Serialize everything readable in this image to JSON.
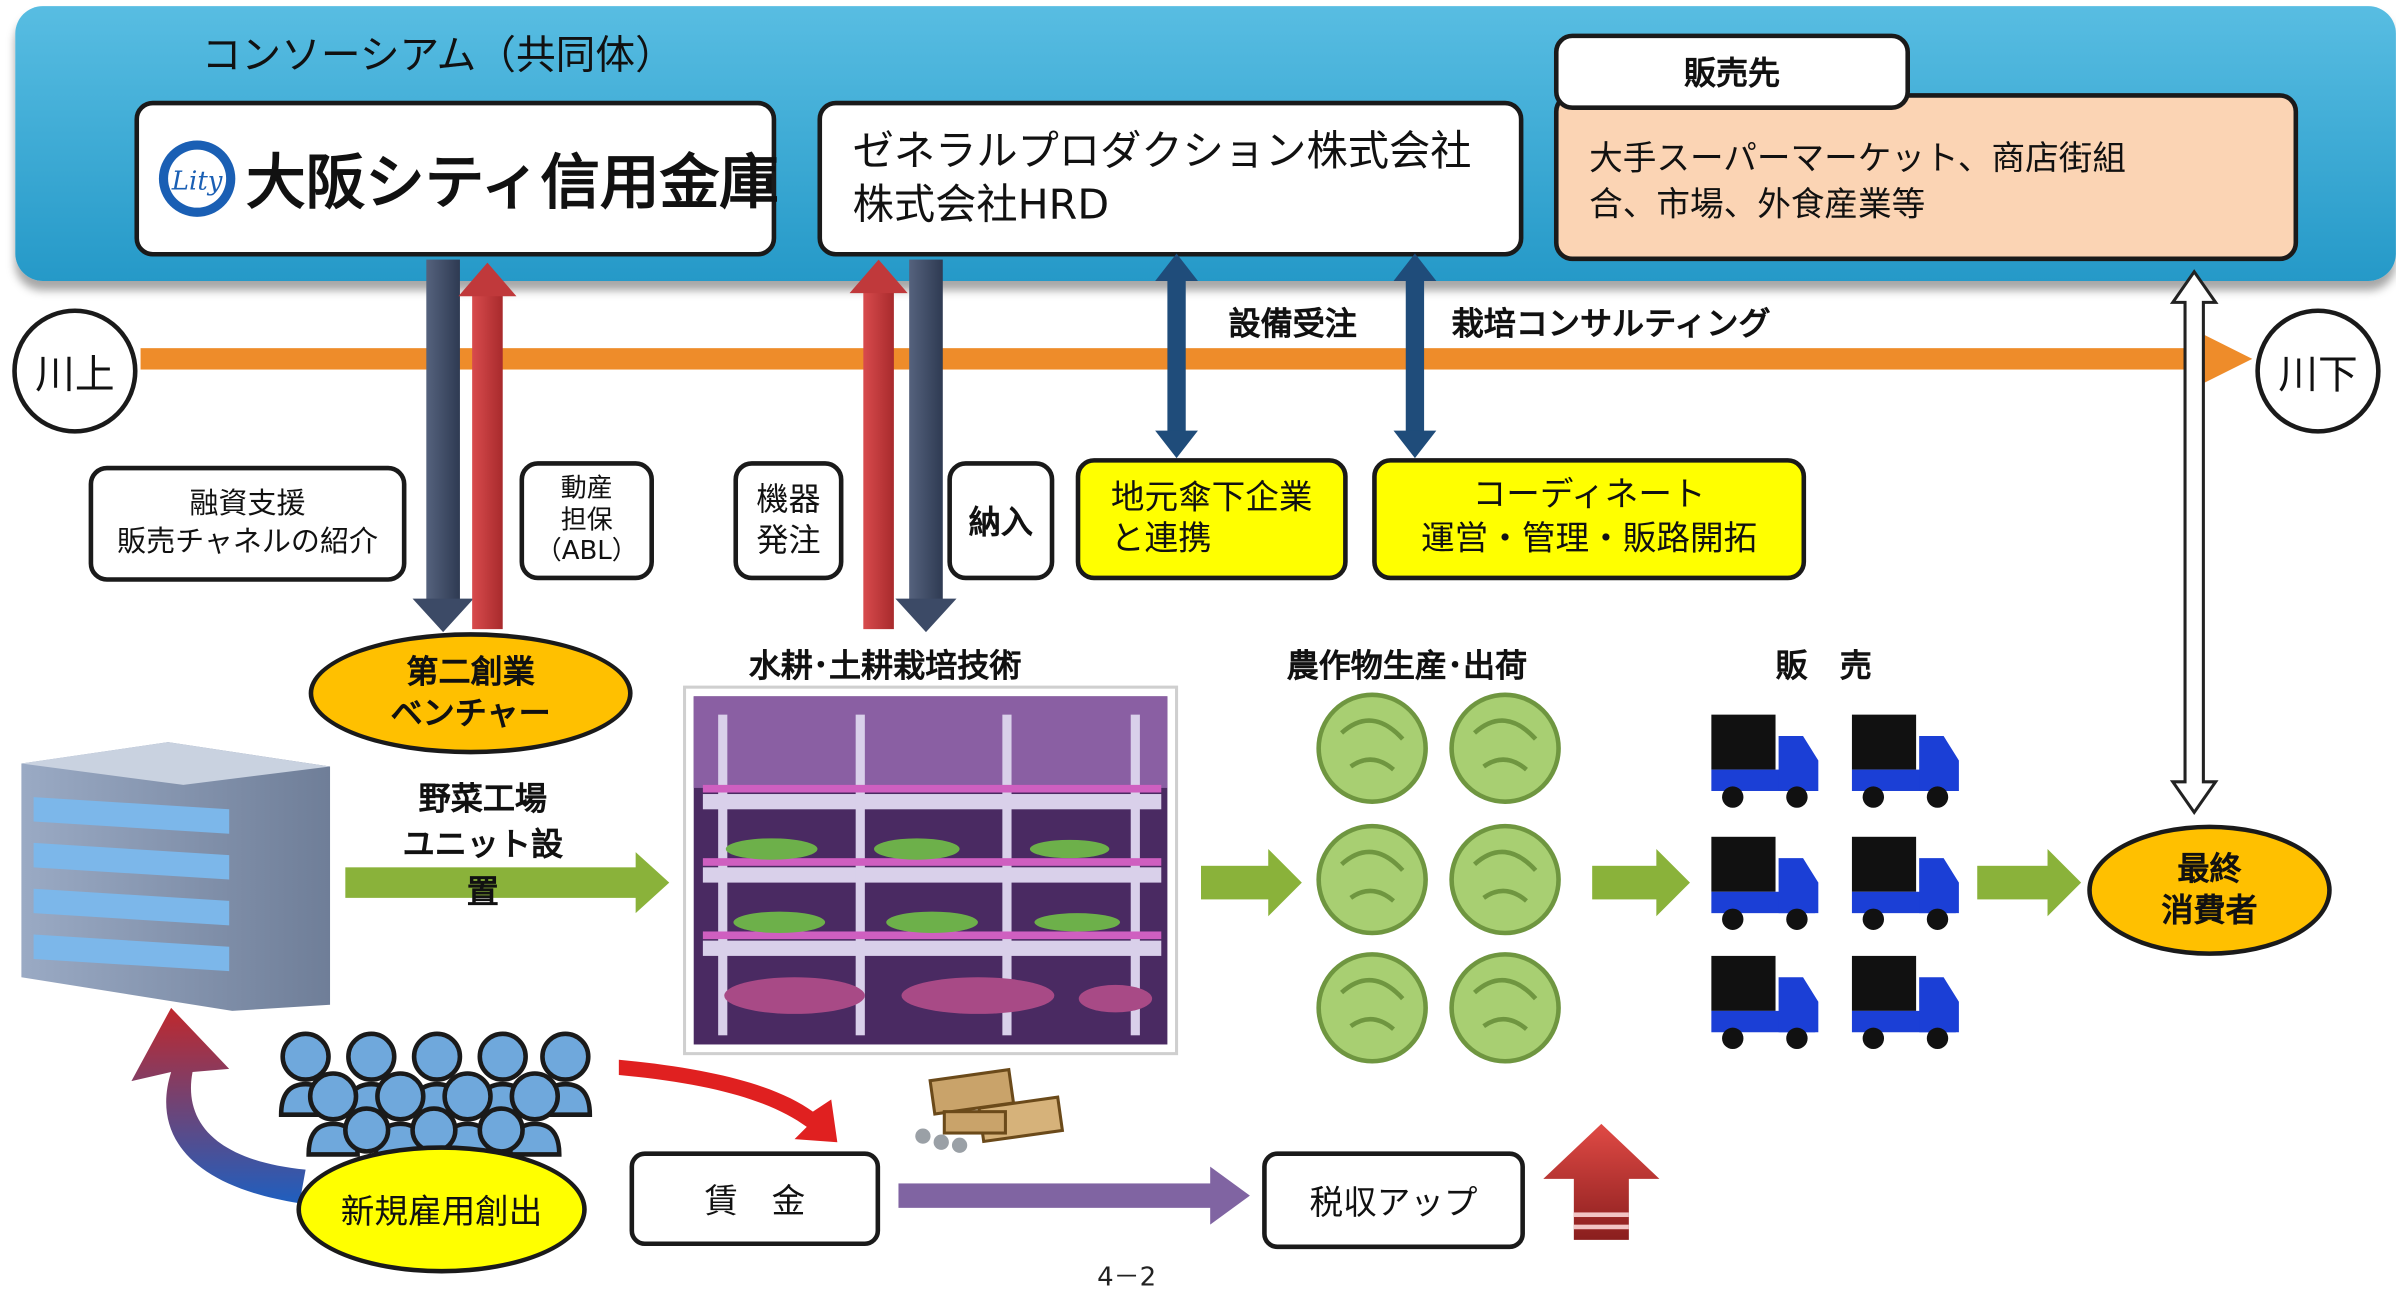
{
  "consortium": {
    "title": "コンソーシアム（共同体）",
    "bank_name": "大阪シティ信用金庫",
    "bank_logo_letters": "Lity",
    "partner": "ゼネラルプロダクション株式会社\n株式会社HRD",
    "seller_tab": "販売先",
    "seller_text": "大手スーパーマーケット、商店街組\n合、市場、外食産業等"
  },
  "flow": {
    "upstream": "川上",
    "downstream": "川下",
    "equipment_orders": "設備受注",
    "cultivation_consulting": "栽培コンサルティング"
  },
  "labels": {
    "finance_support": "融資支援\n販売チャネルの紹介",
    "collateral": "動産\n担保\n（ABL）",
    "equipment_order": "機器\n発注",
    "delivery": "納入",
    "local_partners": "地元傘下企業\nと連携",
    "coordinate": "コーディネート\n運営・管理・販路開拓"
  },
  "stages": {
    "venture": "第二創業\nベンチャー",
    "hydro": "水耕･土耕栽培技術",
    "factory_unit": "野菜工場\nユニット設置",
    "crops": "農作物生産･出荷",
    "sales": "販　売",
    "consumer": "最終\n消費者"
  },
  "bottom": {
    "employment": "新規雇用創出",
    "wages": "賃　金",
    "tax": "税収アップ",
    "page_number": "4－2"
  },
  "colors": {
    "band": "#2fa9d4",
    "arrow_orange": "#ee8c2a",
    "arrow_green": "#8ab23a",
    "arrow_red": "#c0393b",
    "arrow_navy": "#3c4a66",
    "oval": "#ffc000",
    "highlight": "#ffff00",
    "seller": "#fbd4b4",
    "truck": "#1b3fd6",
    "purple": "#8064a2"
  }
}
